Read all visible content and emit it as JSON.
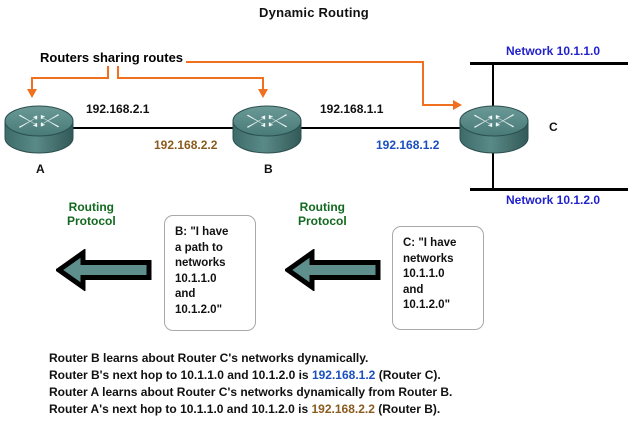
{
  "title": "Dynamic Routing",
  "colors": {
    "router_teal": "#53807e",
    "annotation_orange": "#f07020",
    "network_blue": "#2222cc",
    "ip_blue": "#1a4fbf",
    "ip_brown": "#8a5a1e",
    "protocol_green": "#12691f",
    "arrow_teal": "#5f8f8d",
    "wire_black": "#000000"
  },
  "annotation": {
    "label": "Routers sharing routes"
  },
  "routers": [
    {
      "id": "a",
      "letter": "A",
      "icon": "router-icon"
    },
    {
      "id": "b",
      "letter": "B",
      "icon": "router-icon"
    },
    {
      "id": "c",
      "letter": "C",
      "icon": "router-icon"
    }
  ],
  "ip_labels": [
    {
      "id": "a-b-left",
      "text": "192.168.2.1",
      "color": "black"
    },
    {
      "id": "a-b-right",
      "text": "192.168.2.2",
      "color": "brown"
    },
    {
      "id": "b-c-left",
      "text": "192.168.1.1",
      "color": "black"
    },
    {
      "id": "b-c-right",
      "text": "192.168.1.2",
      "color": "blue"
    }
  ],
  "networks": [
    {
      "id": "top",
      "label": "Network 10.1.1.0"
    },
    {
      "id": "bottom",
      "label": "Network 10.1.2.0"
    }
  ],
  "protocol_labels": [
    {
      "id": "left",
      "line1": "Routing",
      "line2": "Protocol"
    },
    {
      "id": "right",
      "line1": "Routing",
      "line2": "Protocol"
    }
  ],
  "messages": [
    {
      "id": "router-b-message",
      "lines": [
        "B: \"I have",
        "a path to",
        "networks",
        "10.1.1.0",
        "and",
        "10.1.2.0\""
      ]
    },
    {
      "id": "router-c-message",
      "lines": [
        "C: \"I have",
        "networks",
        "10.1.1.0",
        "and",
        "10.1.2.0\""
      ]
    }
  ],
  "explanation": {
    "line1": "Router B learns about Router C's networks dynamically.",
    "line2_pre": "Router B's next hop to 10.1.1.0 and 10.1.2.0 is ",
    "line2_ip": "192.168.1.2",
    "line2_post": " (Router C).",
    "line3": "Router A learns about Router C's networks dynamically from Router B.",
    "line4_pre": "Router A's next hop to 10.1.1.0 and 10.1.2.0 is ",
    "line4_ip": "192.168.2.2",
    "line4_post": " (Router B)."
  }
}
